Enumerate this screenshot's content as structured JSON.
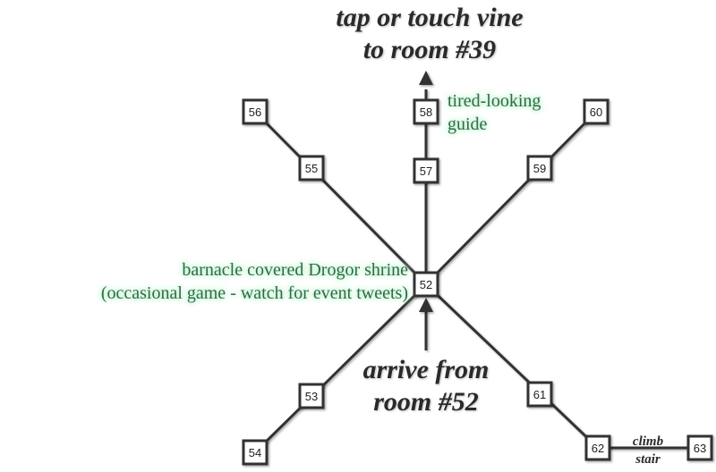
{
  "header": {
    "line1": "tap or touch vine",
    "line2": "to room #39"
  },
  "arrival": {
    "line1": "arrive from",
    "line2": "room #52"
  },
  "annotations": {
    "guide_line1": "tired-looking",
    "guide_line2": "guide",
    "shrine_line1": "barnacle covered Drogor shrine",
    "shrine_line2": "(occasional game - watch for event tweets)",
    "stair_line1": "climb",
    "stair_line2": "stair"
  },
  "rooms": {
    "r52": "52",
    "r53": "53",
    "r54": "54",
    "r55": "55",
    "r56": "56",
    "r57": "57",
    "r58": "58",
    "r59": "59",
    "r60": "60",
    "r61": "61",
    "r62": "62",
    "r63": "63"
  },
  "colors": {
    "annotation_text": "#2f6b47",
    "annotation_glow": "#b8efc9",
    "line": "#333333"
  }
}
